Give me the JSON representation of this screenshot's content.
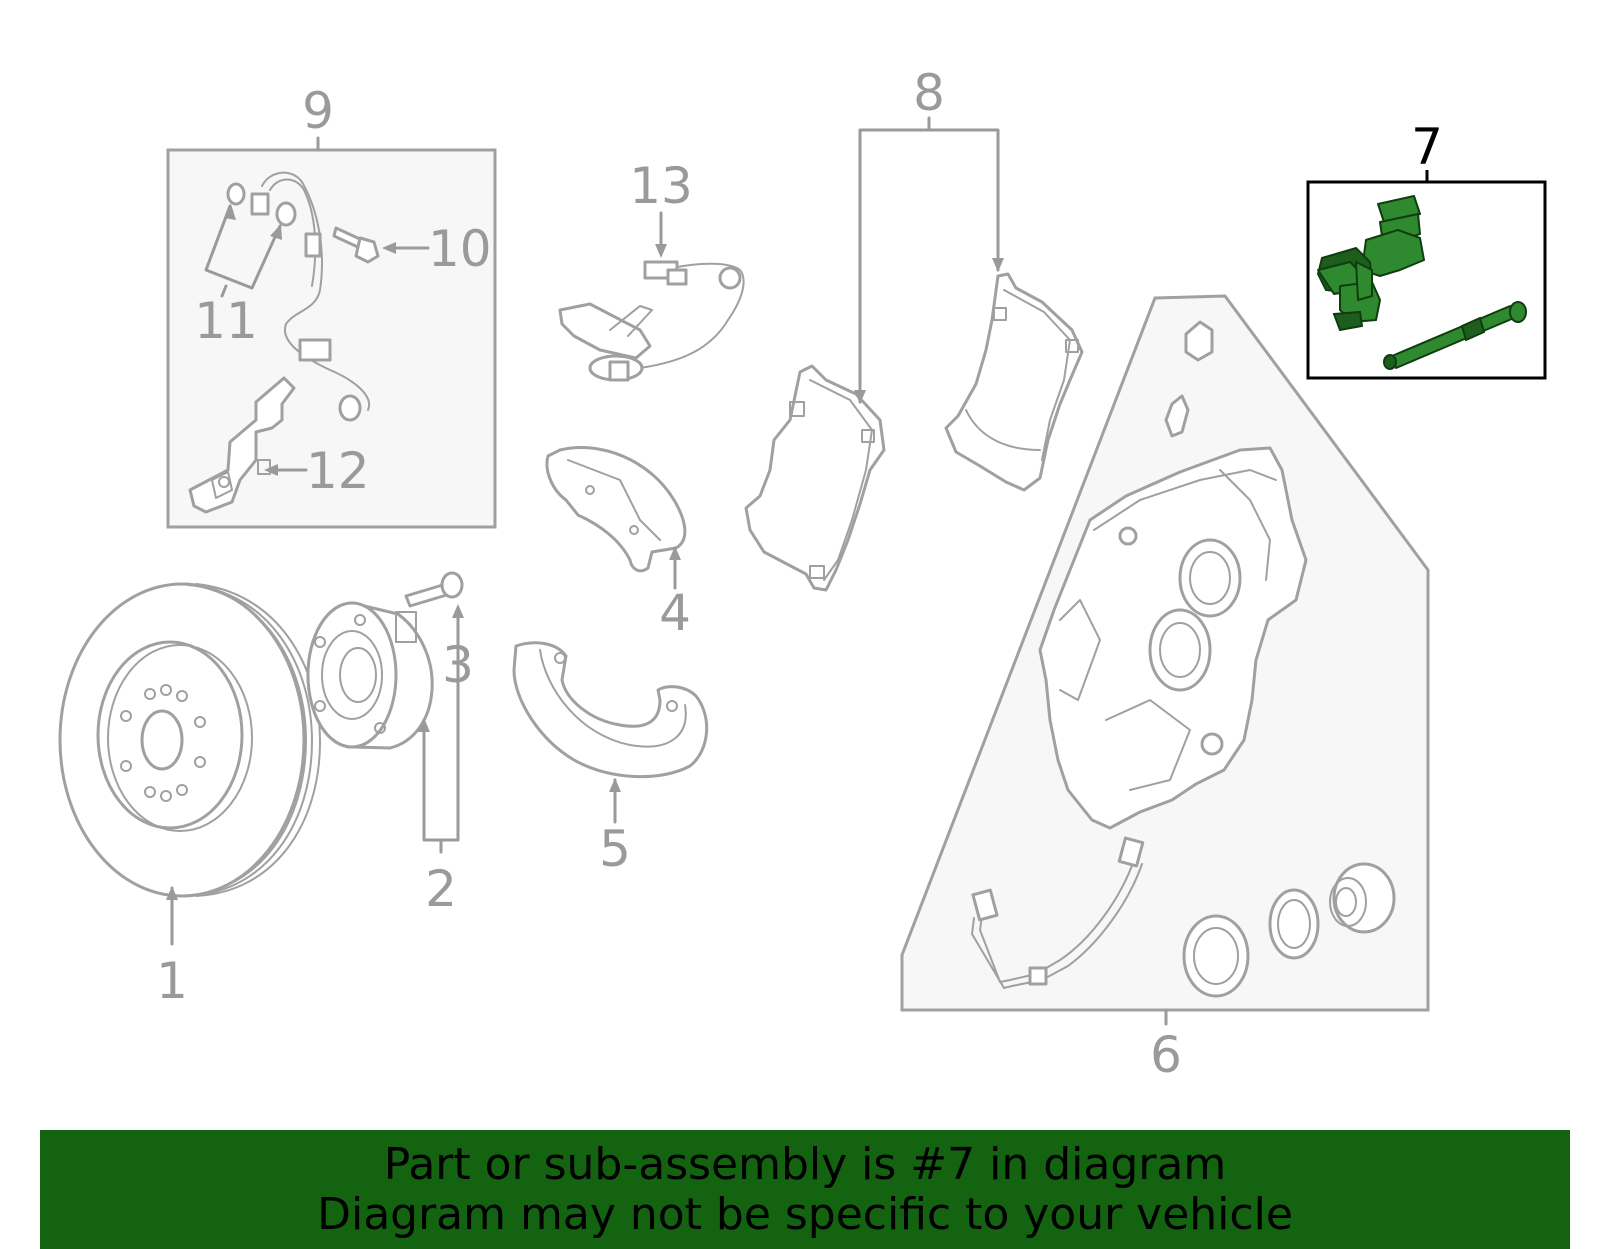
{
  "diagram": {
    "highlighted_callout": "7",
    "callouts": [
      {
        "id": "c1",
        "label": "1"
      },
      {
        "id": "c2",
        "label": "2"
      },
      {
        "id": "c3",
        "label": "3"
      },
      {
        "id": "c4",
        "label": "4"
      },
      {
        "id": "c5",
        "label": "5"
      },
      {
        "id": "c6",
        "label": "6"
      },
      {
        "id": "c7",
        "label": "7"
      },
      {
        "id": "c8",
        "label": "8"
      },
      {
        "id": "c9",
        "label": "9"
      },
      {
        "id": "c10",
        "label": "10"
      },
      {
        "id": "c11",
        "label": "11"
      },
      {
        "id": "c12",
        "label": "12"
      },
      {
        "id": "c13",
        "label": "13"
      }
    ],
    "colors": {
      "highlight_part": "#2f8a2f",
      "line": "#9a9a9a",
      "banner": "#136310"
    }
  },
  "banner": {
    "line1": "Part or sub-assembly is #7 in diagram",
    "line2": "Diagram may not be specific to your vehicle"
  }
}
